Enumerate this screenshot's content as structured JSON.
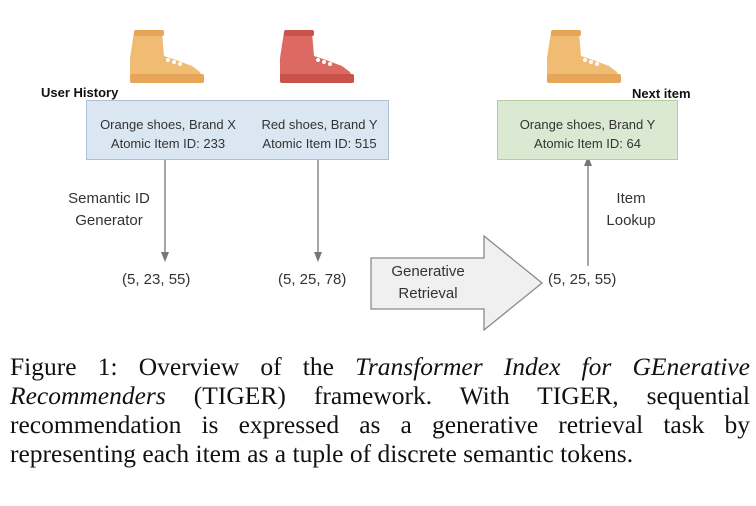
{
  "labels": {
    "user_history": "User History",
    "next_item": "Next item"
  },
  "items": [
    {
      "name": "Orange shoes, Brand X",
      "id_text": "Atomic Item ID: 233",
      "shoe_color": "#f0bc74"
    },
    {
      "name": "Red shoes, Brand Y",
      "id_text": "Atomic Item ID: 515",
      "shoe_color": "#dd6a62"
    }
  ],
  "next": {
    "name": "Orange shoes, Brand Y",
    "id_text": "Atomic Item ID: 64",
    "shoe_color": "#f0bc74"
  },
  "semantic_id_generator": {
    "line1": "Semantic ID",
    "line2": "Generator"
  },
  "item_lookup": {
    "line1": "Item",
    "line2": "Lookup"
  },
  "generative_retrieval": {
    "line1": "Generative",
    "line2": "Retrieval"
  },
  "tuples": [
    "(5, 23, 55)",
    "(5, 25, 78)",
    "(5, 25, 55)"
  ],
  "caption": {
    "lead": "Figure 1: Overview of the ",
    "italic": "Transformer Index for GEnerative Recommenders",
    "rest": " (TIGER) framework. With TIGER, sequential recommendation is expressed as a generative retrieval task by representing each item as a tuple of discrete semantic tokens."
  },
  "colors": {
    "history_box": "#dbe6f3",
    "next_box": "#dbe9d3",
    "arrow_fill": "#f0f0f0"
  }
}
